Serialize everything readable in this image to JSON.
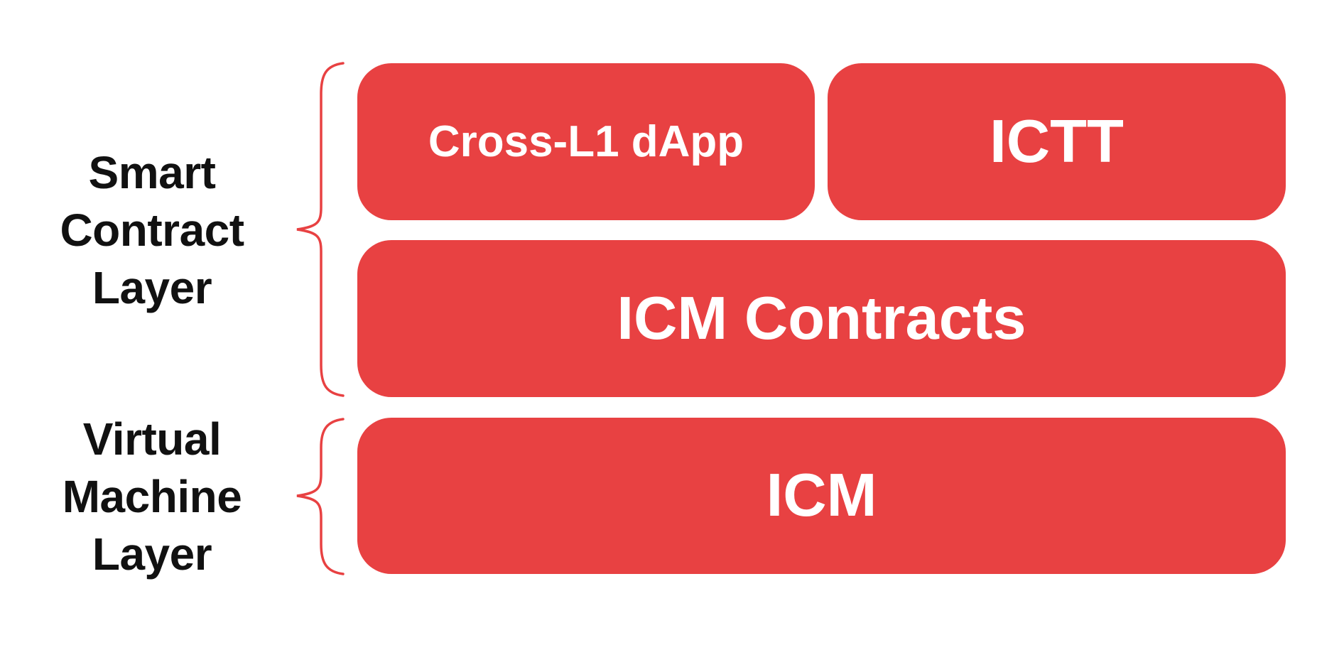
{
  "colors": {
    "accent_red": "#E84142",
    "label_text": "#111111",
    "box_text": "#FFFFFF",
    "background": "#FFFFFF"
  },
  "diagram": {
    "layers": [
      {
        "label_lines": [
          "Smart",
          "Contract",
          "Layer"
        ],
        "boxes": [
          {
            "label": "Cross-L1 dApp"
          },
          {
            "label": "ICTT"
          },
          {
            "label": "ICM Contracts"
          }
        ]
      },
      {
        "label_lines": [
          "Virtual",
          "Machine",
          "Layer"
        ],
        "boxes": [
          {
            "label": "ICM"
          }
        ]
      }
    ]
  }
}
